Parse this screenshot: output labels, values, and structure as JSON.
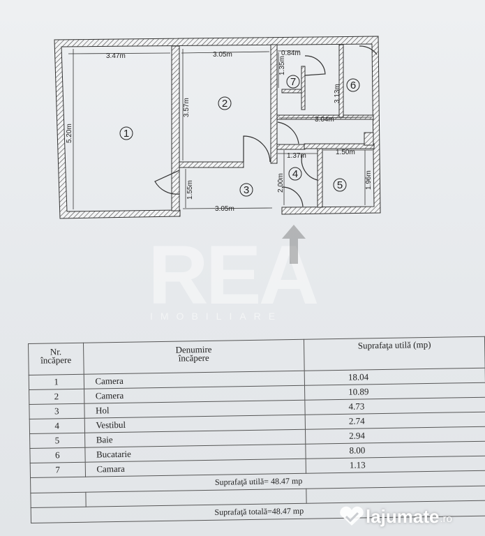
{
  "floorplan": {
    "room_numbers": [
      "1",
      "2",
      "3",
      "4",
      "5",
      "6",
      "7"
    ],
    "dimensions": {
      "r1_width": "3.47m",
      "r1_height": "5.20m",
      "r2_width": "3.05m",
      "r2_height": "3.57m",
      "r7_width": "0.84m",
      "r7_height": "1.35m",
      "r6_height": "3.13m",
      "r6_width": "3.04m",
      "r4_width": "1.37m",
      "r5_width": "1.50m",
      "r4_height": "2.00m",
      "r5_height": "1.96m",
      "r3_height": "1.55m",
      "r3_width": "3.05m"
    }
  },
  "watermark": {
    "brand": "REA",
    "tagline": "IMOBILIARE"
  },
  "table": {
    "headers": {
      "nr": "Nr. încăpere",
      "name": "Denumire încăpere",
      "area": "Suprafaţa utilă (mp)"
    },
    "rows": [
      {
        "nr": "1",
        "name": "Camera",
        "area": "18.04"
      },
      {
        "nr": "2",
        "name": "Camera",
        "area": "10.89"
      },
      {
        "nr": "3",
        "name": "Hol",
        "area": "4.73"
      },
      {
        "nr": "4",
        "name": "Vestibul",
        "area": "2.74"
      },
      {
        "nr": "5",
        "name": "Baie",
        "area": "2.94"
      },
      {
        "nr": "6",
        "name": "Bucatarie",
        "area": "8.00"
      },
      {
        "nr": "7",
        "name": "Camara",
        "area": "1.13"
      }
    ],
    "useful_total": "Suprafaţă utilă= 48.47 mp",
    "grand_total": "Suprafaţă totală=48.47 mp"
  },
  "site_logo": {
    "name": "lajumate",
    "suffix": ".ro"
  }
}
